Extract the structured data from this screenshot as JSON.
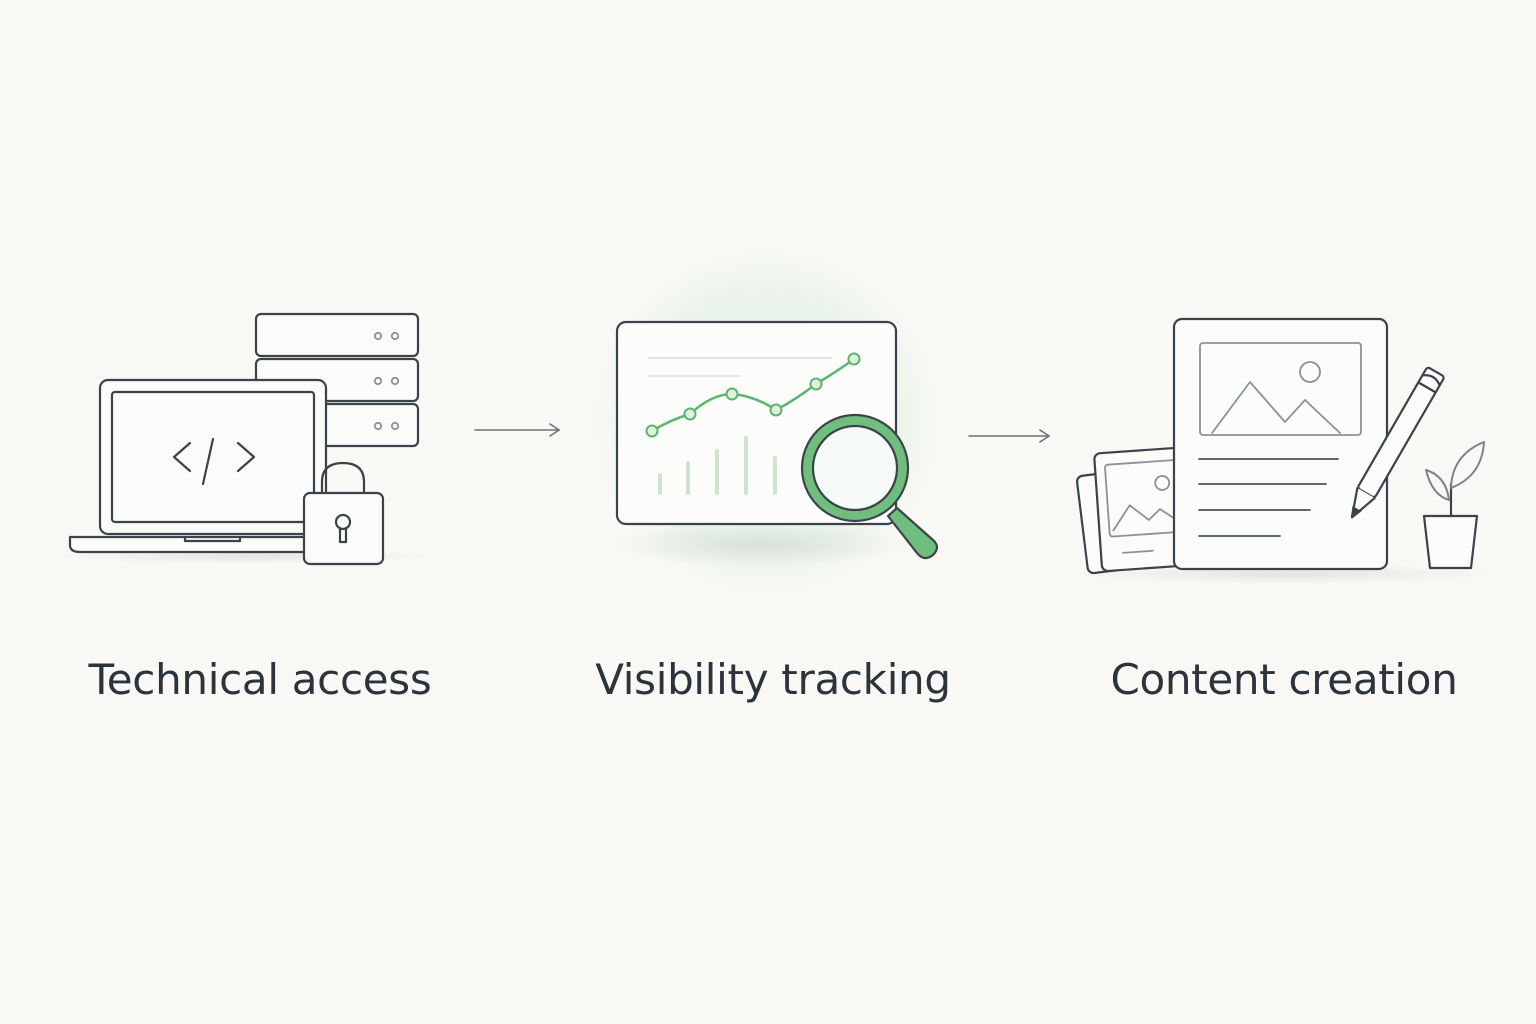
{
  "steps": [
    {
      "label": "Technical access",
      "icon": "laptop-server-lock-icon"
    },
    {
      "label": "Visibility tracking",
      "icon": "chart-magnifier-icon"
    },
    {
      "label": "Content creation",
      "icon": "document-pencil-plant-icon"
    }
  ],
  "connectors": [
    "arrow-right-icon",
    "arrow-right-icon"
  ],
  "colors": {
    "background": "#f9f8f5",
    "stroke": "#3a434b",
    "accent": "#5db56f",
    "accent_light": "#e6f2e6",
    "text": "#2b343c"
  }
}
